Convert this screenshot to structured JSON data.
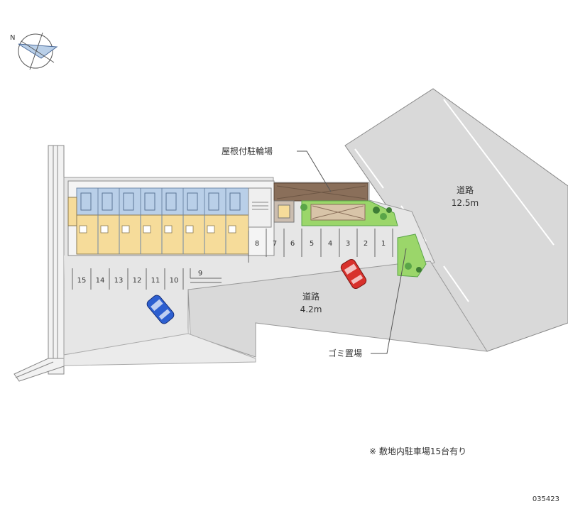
{
  "labels": {
    "bicycle_parking": "屋根付駐輪場",
    "main_road": "道路",
    "main_road_width": "12.5m",
    "side_road": "道路",
    "side_road_width": "4.2m",
    "garbage": "ゴミ置場",
    "note": "※ 敷地内駐車場15台有り",
    "code": "035423"
  },
  "parking_top": [
    "8",
    "7",
    "6",
    "5",
    "4",
    "3",
    "2",
    "1"
  ],
  "parking_left": [
    "15",
    "14",
    "13",
    "12",
    "11",
    "10"
  ],
  "parking_nine": "9",
  "icons": {
    "compass": "compass-icon",
    "car_red": "car-icon",
    "car_blue": "car-icon"
  },
  "colors": {
    "lot": "#e6e6e6",
    "road": "#d9d9d9",
    "building_unit": "#f6dc9a",
    "stair_unit": "#b9cfe8",
    "bike_roof": "#8a6f5a",
    "green": "#9bd66a",
    "tree": "#5aa548",
    "car_red": "#d8312c",
    "car_blue": "#2d5fd0"
  }
}
